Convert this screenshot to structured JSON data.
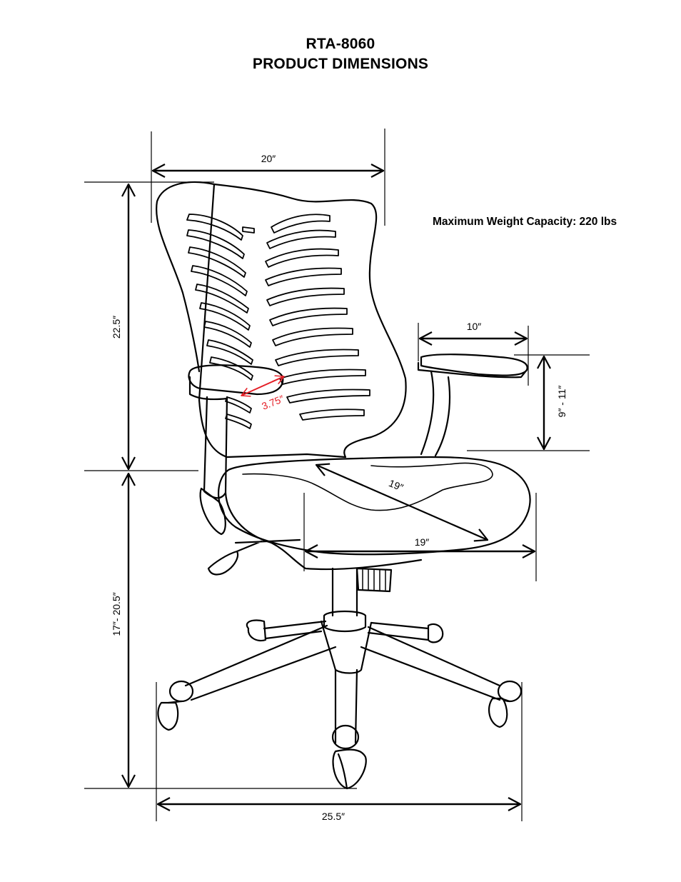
{
  "header": {
    "model": "RTA-8060",
    "subtitle": "PRODUCT DIMENSIONS"
  },
  "capacity_note": "Maximum Weight Capacity: 220 lbs",
  "dimensions": {
    "back_width": "20″",
    "back_height": "22.5″",
    "armrest_length": "10″",
    "armrest_height": "9″ - 11″",
    "armrest_width": "3.75″",
    "seat_depth": "19″",
    "seat_width": "19″",
    "seat_height": "17″- 20.5″",
    "base_width": "25.5″"
  },
  "colors": {
    "line": "#000000",
    "accent": "#e41e26"
  }
}
